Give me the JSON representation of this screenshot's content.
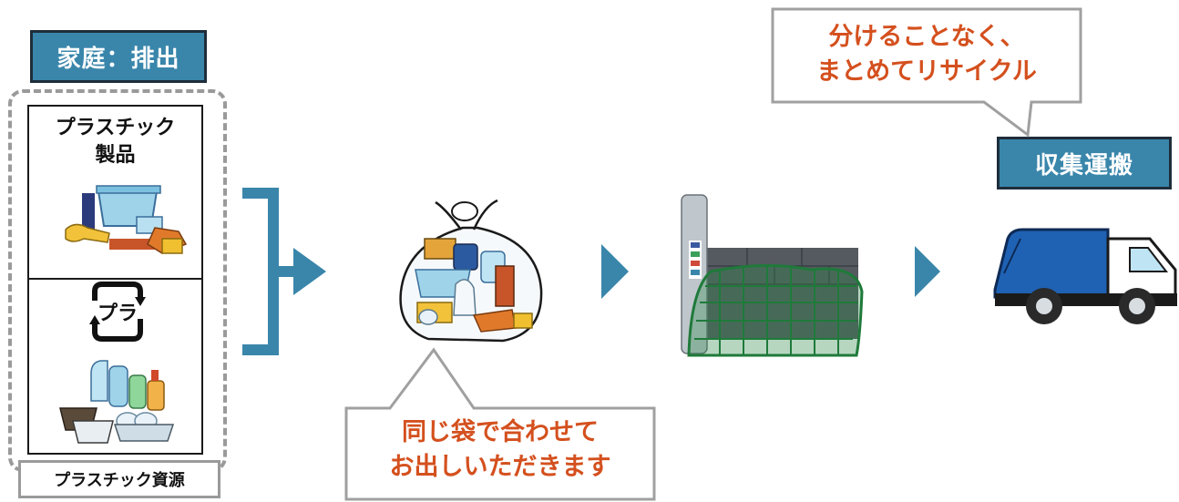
{
  "household_label": "家庭：排出",
  "product_title_line1": "プラスチック",
  "product_title_line2": "製品",
  "recycle_mark_text": "プラ",
  "resource_label": "プラスチック資源",
  "bag_callout_line1": "同じ袋で合わせて",
  "bag_callout_line2": "お出しいただきます",
  "collection_label": "収集運搬",
  "recycle_callout_line1": "分けることなく、",
  "recycle_callout_line2": "まとめてリサイクル",
  "colors": {
    "accent_blue": "#3a86ab",
    "callout_text": "#d4501e",
    "truck_blue": "#1f62b4",
    "net_green": "#1f7a3a"
  }
}
